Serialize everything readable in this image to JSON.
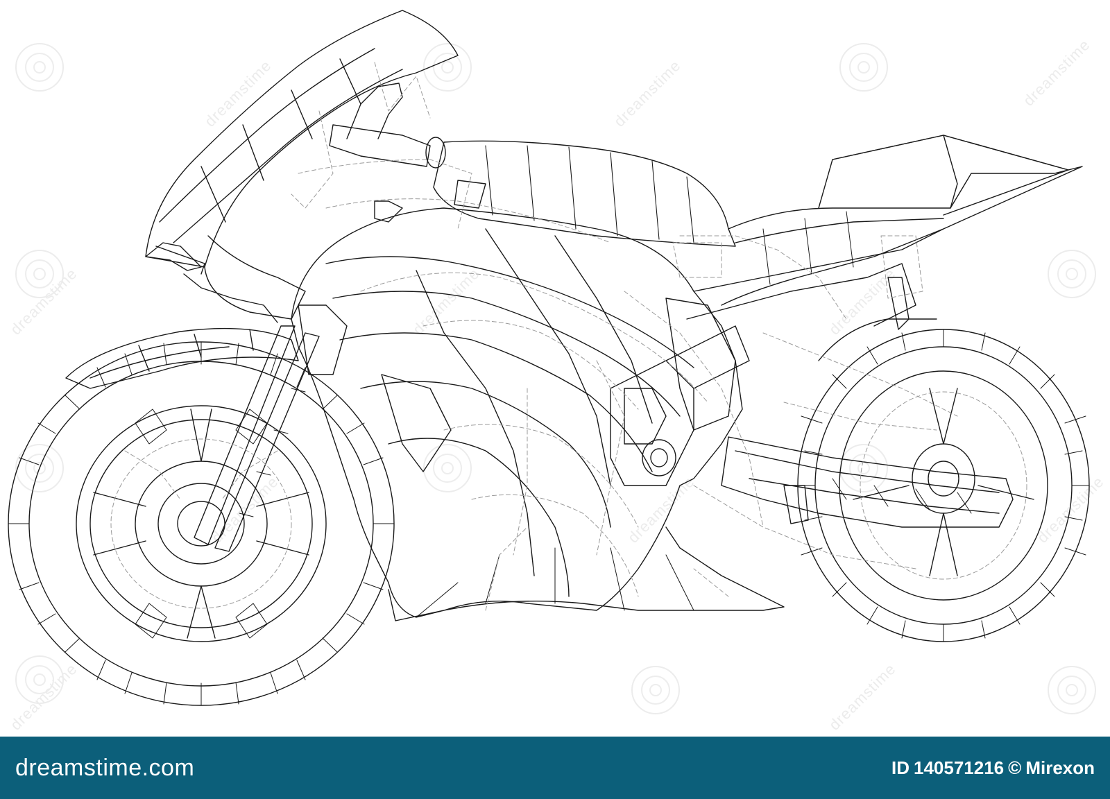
{
  "image": {
    "subject": "wireframe-motorcycle",
    "line_color": "#1a1a1a",
    "hidden_line_color": "#9a9a9a",
    "background": "#ffffff"
  },
  "watermark": {
    "text": "dreamstime",
    "color": "#ececec"
  },
  "footer": {
    "background": "#0c5f7a",
    "logo_text": "dreamstime.com",
    "id_label": "ID",
    "id_value": "140571216",
    "copyright_symbol": "©",
    "author": "Mirexon"
  }
}
